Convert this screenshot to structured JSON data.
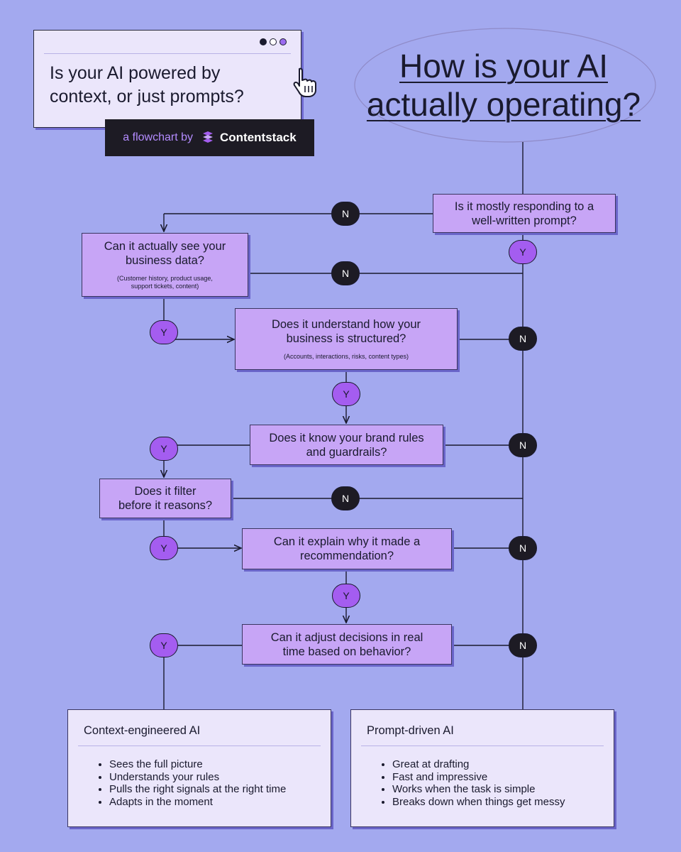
{
  "header": {
    "question": "Is your AI powered by\ncontext, or just prompts?",
    "credit_prefix": "a flowchart by",
    "brand": "Contentstack",
    "title": "How is your AI\nactually operating?"
  },
  "nodes": [
    {
      "id": "q1",
      "text": "Is it mostly responding to a\nwell-written prompt?",
      "sub": ""
    },
    {
      "id": "q2",
      "text": "Can it actually see your\nbusiness data?",
      "sub": "(Customer history, product usage,\nsupport tickets, content)"
    },
    {
      "id": "q3",
      "text": "Does it understand how your\nbusiness is structured?",
      "sub": "(Accounts, interactions, risks, content types)"
    },
    {
      "id": "q4",
      "text": "Does it know your brand rules\nand guardrails?",
      "sub": ""
    },
    {
      "id": "q5",
      "text": "Does it filter\nbefore it reasons?",
      "sub": ""
    },
    {
      "id": "q6",
      "text": "Can it explain why it made a\nrecommendation?",
      "sub": ""
    },
    {
      "id": "q7",
      "text": "Can it adjust decisions in real\ntime based on behavior?",
      "sub": ""
    }
  ],
  "answers": {
    "yes": "Y",
    "no": "N"
  },
  "results": [
    {
      "title": "Context-engineered AI",
      "bullets": [
        "Sees the full picture",
        "Understands your rules",
        "Pulls the right signals at the right time",
        "Adapts in the moment"
      ]
    },
    {
      "title": "Prompt-driven AI",
      "bullets": [
        "Great at drafting",
        "Fast and impressive",
        "Works when the task is simple",
        "Breaks down when things get messy"
      ]
    }
  ],
  "colors": {
    "background": "#a3a9ef",
    "node": "#c7a5f6",
    "yes": "#a45df0",
    "no": "#1d1b24",
    "panel": "#ebe6fb"
  },
  "edges": [
    {
      "from": "q1",
      "to": "q2",
      "label": "N"
    },
    {
      "from": "q1",
      "to": "prompt-driven",
      "label": "Y"
    },
    {
      "from": "q2",
      "to": "q3",
      "label": "Y"
    },
    {
      "from": "q2",
      "to": "prompt-driven",
      "label": "N"
    },
    {
      "from": "q3",
      "to": "q4",
      "label": "Y"
    },
    {
      "from": "q3",
      "to": "prompt-driven",
      "label": "N"
    },
    {
      "from": "q4",
      "to": "q5",
      "label": "Y"
    },
    {
      "from": "q4",
      "to": "prompt-driven",
      "label": "N"
    },
    {
      "from": "q5",
      "to": "q6",
      "label": "Y"
    },
    {
      "from": "q5",
      "to": "prompt-driven",
      "label": "N"
    },
    {
      "from": "q6",
      "to": "q7",
      "label": "Y"
    },
    {
      "from": "q6",
      "to": "prompt-driven",
      "label": "N"
    },
    {
      "from": "q7",
      "to": "context-engineered",
      "label": "Y"
    },
    {
      "from": "q7",
      "to": "prompt-driven",
      "label": "N"
    }
  ]
}
